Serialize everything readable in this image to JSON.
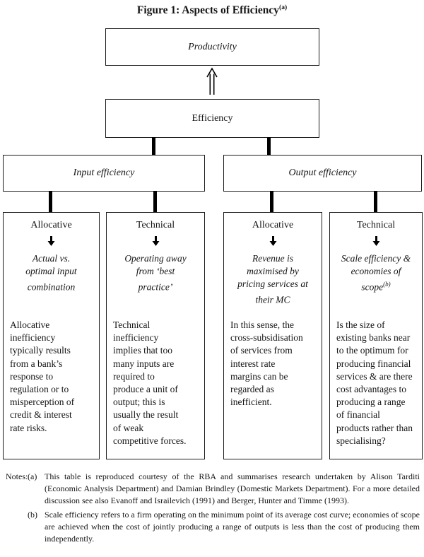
{
  "title": {
    "main": "Figure 1: Aspects of Efficiency",
    "sup": "(a)"
  },
  "diagram": {
    "productivity_label": "Productivity",
    "efficiency_label": "Efficiency",
    "input_label": "Input efficiency",
    "output_label": "Output efficiency",
    "icons": {
      "up_arrow": "⇑",
      "down_arrow": "⬇"
    },
    "columns": [
      {
        "header": "Allocative",
        "subtitle": "Actual vs.\noptimal input\ncombination",
        "subtitle_sup": "",
        "body": "Allocative\ninefficiency\ntypically results\nfrom a bank’s\nresponse to\nregulation or to\nmisperception of\ncredit & interest\nrate risks."
      },
      {
        "header": "Technical",
        "subtitle": "Operating away\nfrom ‘best\npractice’",
        "subtitle_sup": "",
        "body": "Technical\ninefficiency\nimplies that too\nmany inputs are\nrequired to\nproduce a unit of\noutput; this is\nusually the result\nof weak\ncompetitive forces."
      },
      {
        "header": "Allocative",
        "subtitle": "Revenue is\nmaximised by\npricing services at\ntheir MC",
        "subtitle_sup": "",
        "body": "In this sense, the\ncross-subsidisation\nof services from\ninterest rate\nmargins can be\nregarded as\ninefficient."
      },
      {
        "header": "Technical",
        "subtitle": "Scale efficiency &\neconomies of\nscope",
        "subtitle_sup": "(b)",
        "body": "Is the size of\nexisting banks near\nto the optimum for\nproducing financial\nservices & are there\ncost advantages to\nproducing a range\nof financial\nproducts rather than\nspecialising?"
      }
    ]
  },
  "notes": {
    "label": "Notes:",
    "items": [
      {
        "marker": "(a)",
        "text": "This table is reproduced courtesy of the RBA and summarises research undertaken by Alison Tarditi (Economic Analysis Department) and Damian Brindley (Domestic Markets Department). For a more detailed discussion see also Evanoff and Israilevich (1991) and Berger, Hunter and Timme (1993)."
      },
      {
        "marker": "(b)",
        "text": "Scale efficiency refers to a firm operating on the minimum point of its average cost curve; economies of scope are achieved when the cost of jointly producing a range of outputs is less than the cost of producing them independently."
      }
    ]
  }
}
